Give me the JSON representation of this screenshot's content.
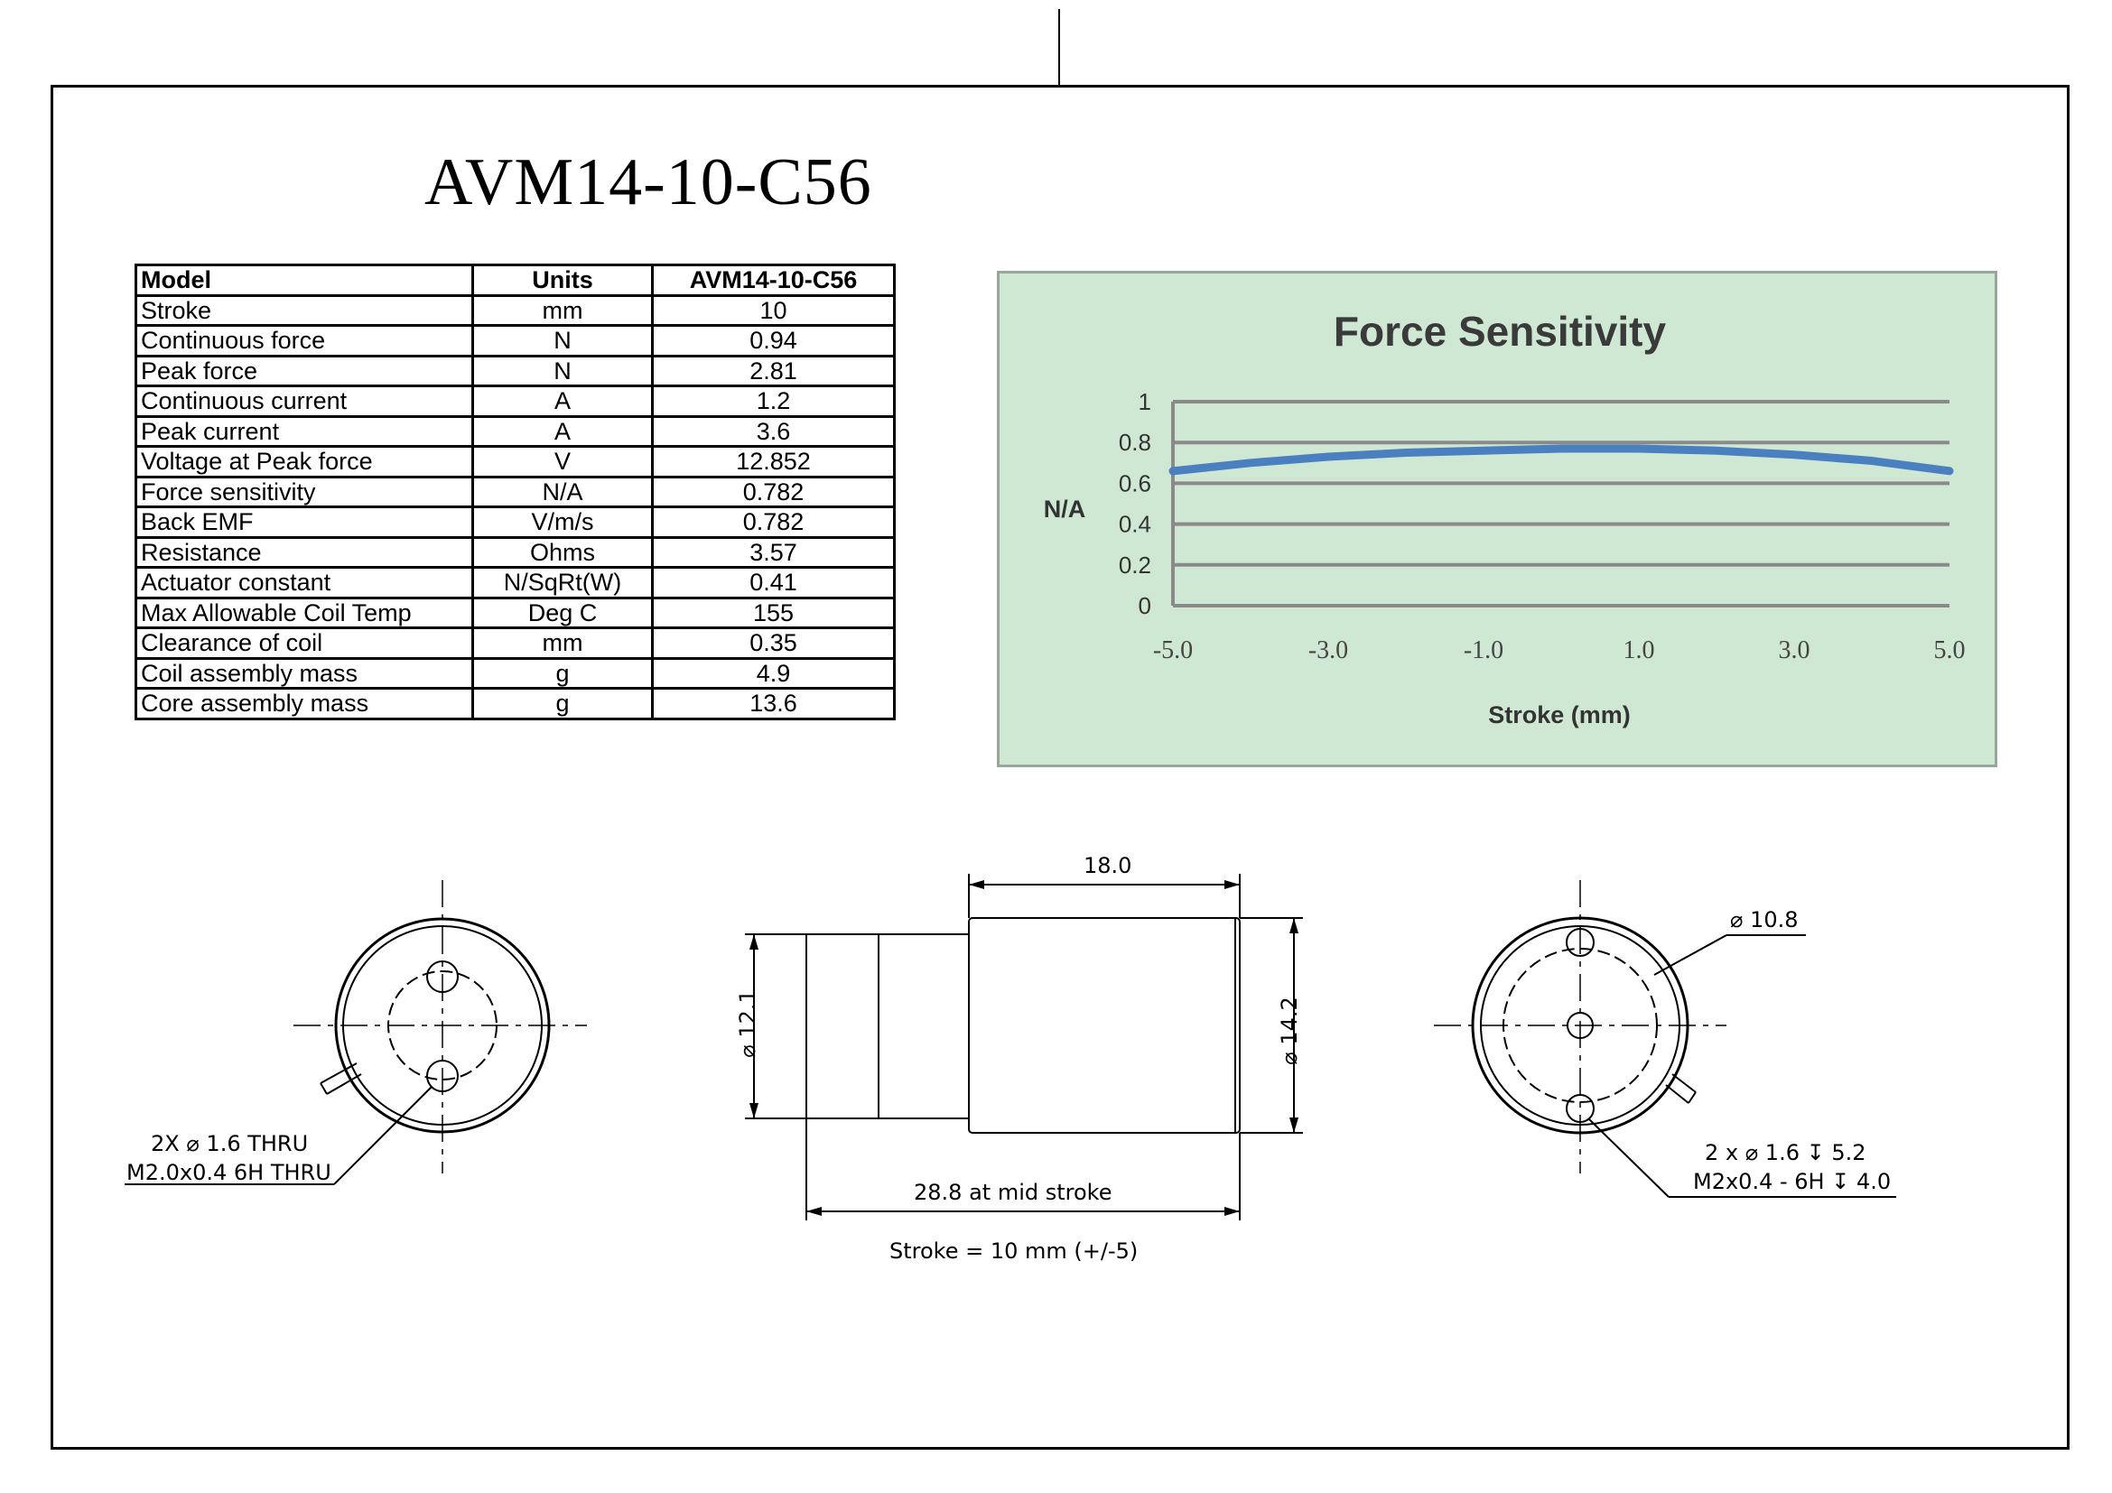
{
  "title": "AVM14-10-C56",
  "table": {
    "header": [
      "Model",
      "Units",
      "AVM14-10-C56"
    ],
    "rows": [
      [
        "Stroke",
        "mm",
        "10"
      ],
      [
        "Continuous force",
        "N",
        "0.94"
      ],
      [
        "Peak force",
        "N",
        "2.81"
      ],
      [
        "Continuous current",
        "A",
        "1.2"
      ],
      [
        "Peak current",
        "A",
        "3.6"
      ],
      [
        "Voltage at Peak force",
        "V",
        "12.852"
      ],
      [
        "Force sensitivity",
        "N/A",
        "0.782"
      ],
      [
        "Back EMF",
        "V/m/s",
        "0.782"
      ],
      [
        "Resistance",
        "Ohms",
        "3.57"
      ],
      [
        "Actuator constant",
        "N/SqRt(W)",
        "0.41"
      ],
      [
        "Max Allowable Coil Temp",
        "Deg C",
        "155"
      ],
      [
        "Clearance of coil",
        "mm",
        "0.35"
      ],
      [
        "Coil assembly mass",
        "g",
        "4.9"
      ],
      [
        "Core assembly mass",
        "g",
        "13.6"
      ]
    ]
  },
  "chart_data": {
    "type": "line",
    "title": "Force Sensitivity",
    "xlabel": "Stroke (mm)",
    "ylabel": "N/A",
    "x_ticks": [
      "-5.0",
      "-3.0",
      "-1.0",
      "1.0",
      "3.0",
      "5.0"
    ],
    "y_ticks": [
      "0",
      "0.2",
      "0.4",
      "0.6",
      "0.8",
      "1"
    ],
    "xlim": [
      -5,
      5
    ],
    "ylim": [
      0,
      1
    ],
    "grid": true,
    "series": [
      {
        "color": "#4a7fc0",
        "x": [
          -5,
          -4,
          -3,
          -2,
          -1,
          0,
          1,
          2,
          3,
          4,
          5
        ],
        "y": [
          0.66,
          0.7,
          0.73,
          0.75,
          0.76,
          0.77,
          0.77,
          0.76,
          0.74,
          0.71,
          0.66
        ]
      }
    ],
    "background": "#cfe8d4"
  },
  "drawing": {
    "left_note_line1": "2X ⌀ 1.6 THRU",
    "left_note_line2": "M2.0x0.4 6H THRU",
    "dim_length_top": "18.0",
    "dim_dia_left": "⌀ 12.1",
    "dim_dia_right": "⌀ 14.2",
    "dim_total": "28.8 at mid stroke",
    "stroke_note": "Stroke = 10 mm (+/-5)",
    "right_dia": "⌀ 10.8",
    "right_note_line1": "2 x ⌀ 1.6 ↧ 5.2",
    "right_note_line2": "M2x0.4  - 6H ↧ 4.0"
  }
}
